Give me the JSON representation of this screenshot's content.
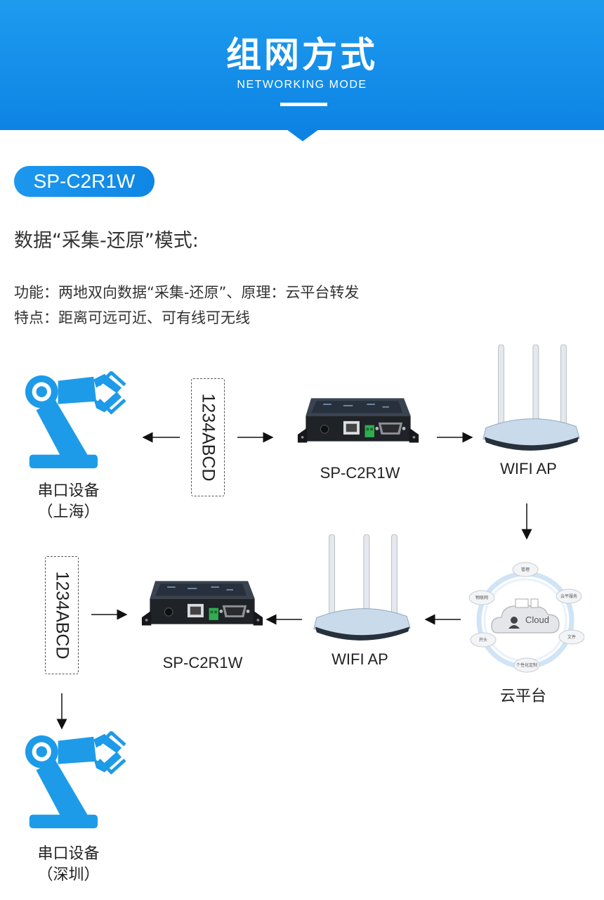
{
  "header": {
    "title": "组网方式",
    "subtitle": "NETWORKING MODE"
  },
  "model_badge": "SP-C2R1W",
  "mode_title": "数据“采集-还原”模式:",
  "description": {
    "function": "功能：两地双向数据“采集-还原”、原理：云平台转发",
    "features": "特点：距离可远可近、可有线可无线"
  },
  "diagram": {
    "data_string": "1234ABCD",
    "device_label": "SP-C2R1W",
    "wifi_label": "WIFI AP",
    "cloud_label": "云平台",
    "cloud_logo_text": "Cloud",
    "cloud_nodes": [
      "管理",
      "云平服务",
      "文件",
      "个性化定制",
      "开头",
      "物联网"
    ],
    "serial_device_top": {
      "line1": "串口设备",
      "line2": "（上海）"
    },
    "serial_device_bottom": {
      "line1": "串口设备",
      "line2": "（深圳）"
    }
  },
  "colors": {
    "banner": "#1a95ec",
    "robot": "#1d9be8",
    "router_body": "#c5d9ea",
    "device_body": "#2a2d33"
  }
}
